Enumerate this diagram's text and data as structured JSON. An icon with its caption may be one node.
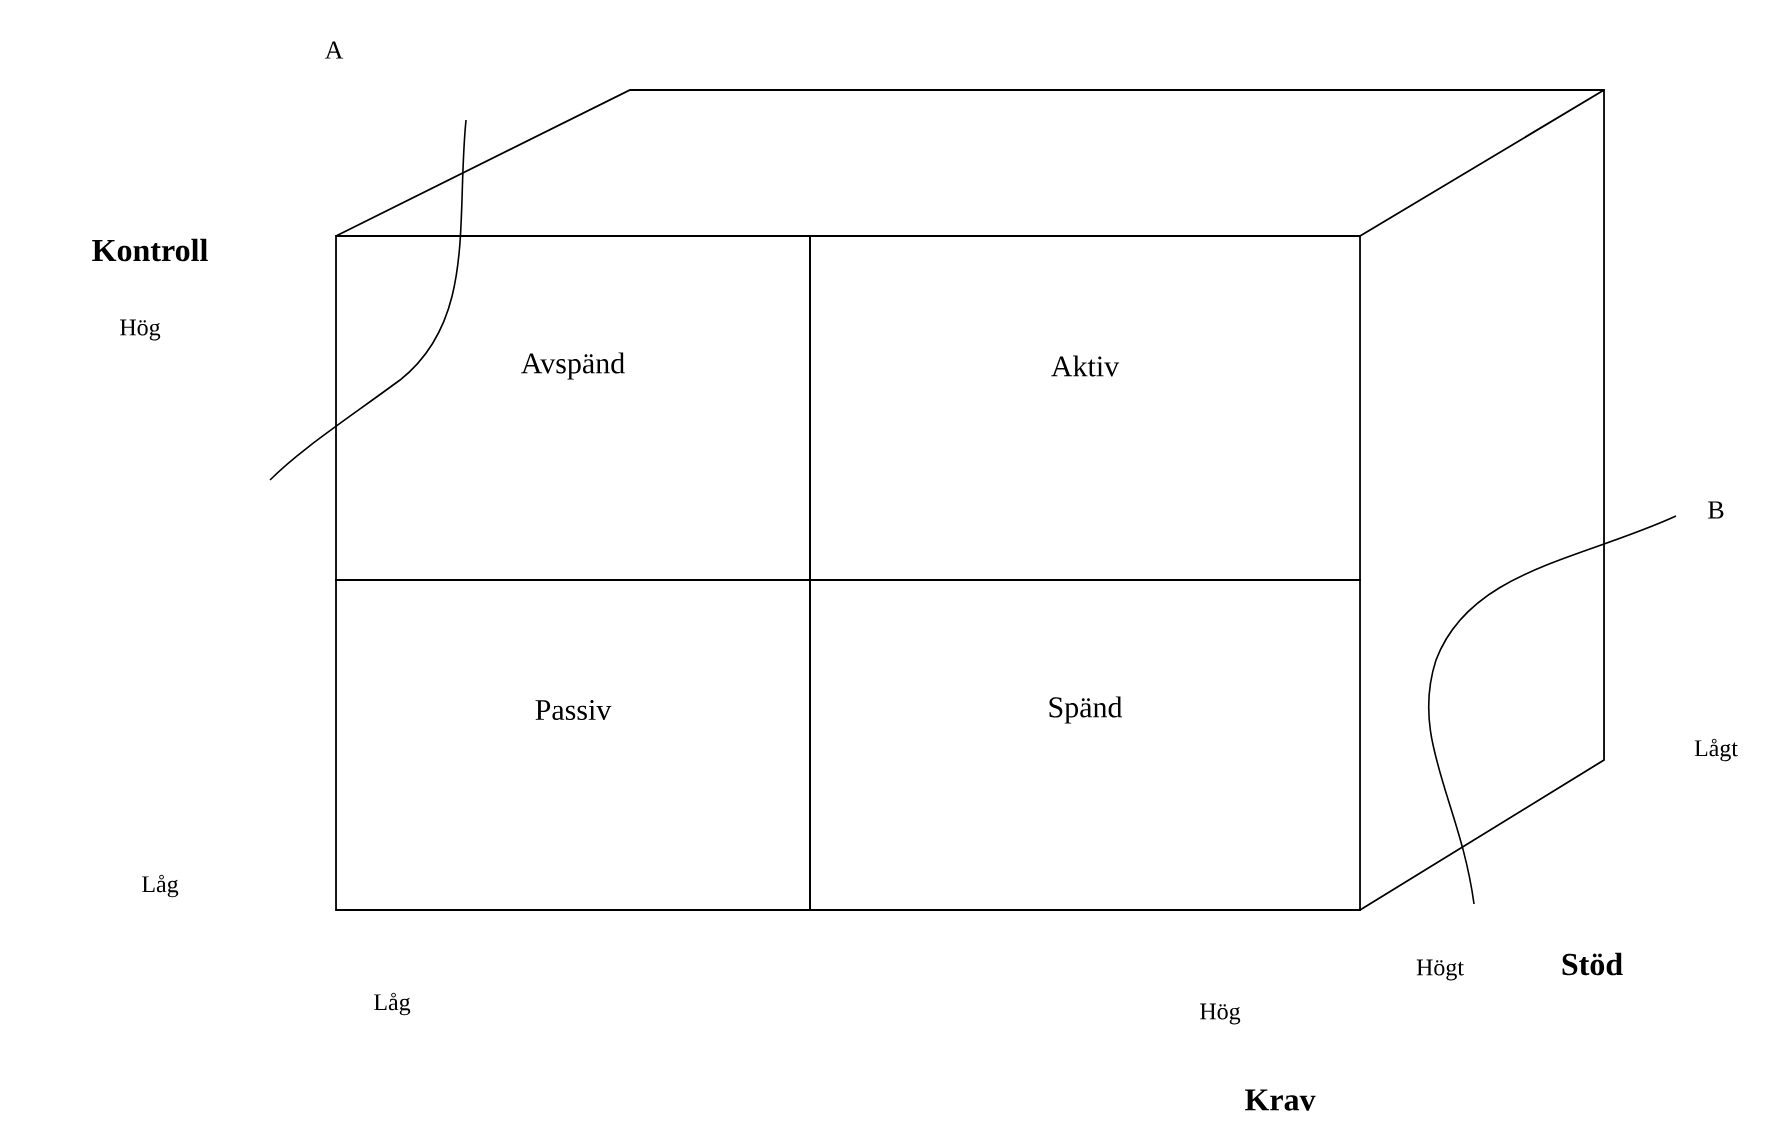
{
  "diagram": {
    "nodes": [
      {
        "text": [
          "Avspänd"
        ]
      },
      {
        "text": [
          "Aktiv"
        ]
      },
      {
        "text": [
          "Passiv"
        ]
      },
      {
        "text": [
          "Spänd"
        ]
      }
    ],
    "labels": [
      "A",
      "Kontroll",
      "Hög",
      "B",
      "Lågt",
      "Låg",
      "Stöd",
      "Högt",
      "Låg",
      "Hög",
      "Krav"
    ]
  }
}
